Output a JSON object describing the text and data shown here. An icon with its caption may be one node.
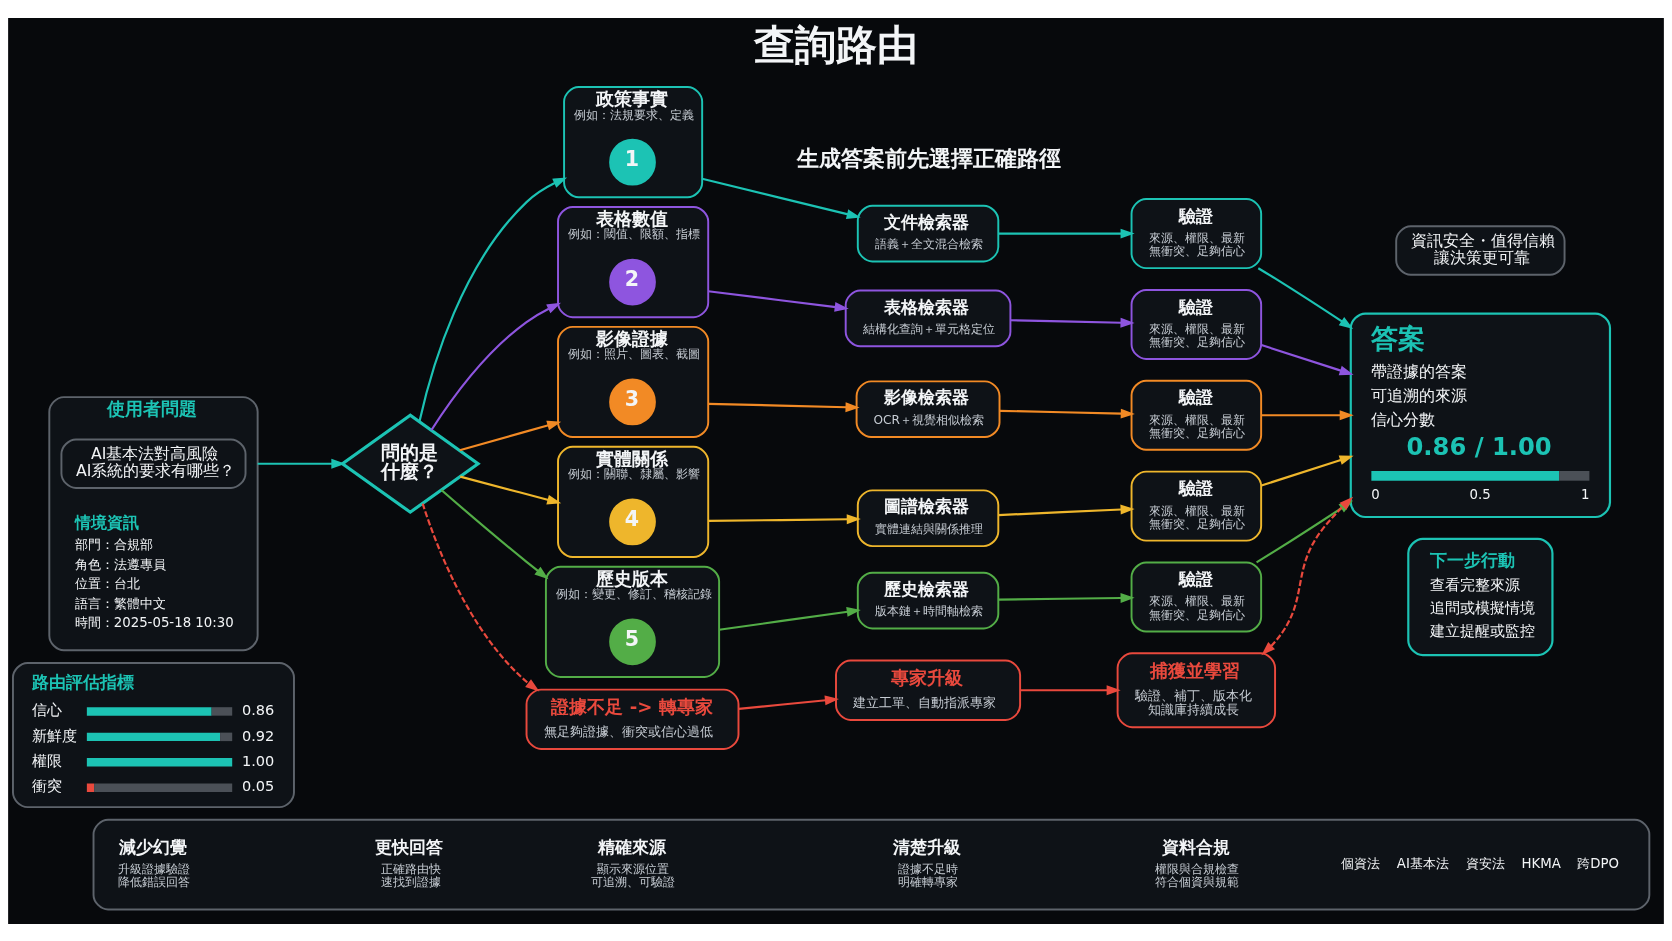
{
  "diagram": {
    "title": "查詢路由",
    "nodes": [
      {
        "text": [
          "資訊安全・值得信賴讓決策更可靠"
        ]
      },
      {
        "text": [
          "使用者問題",
          "情境資訊",
          "部門：合規部",
          "角色：法遵專員",
          "位置：台北",
          "語言：繁體中文",
          "時間：2025-05-18 10:30"
        ]
      },
      {
        "text": [
          "AI基本法對高風險AI系統的要求有哪些？"
        ],
        "in": 1
      },
      {
        "text": [
          "問的是什麼？"
        ]
      },
      {
        "text": [
          "政策事實",
          "例如：法規要求、定義"
        ]
      },
      {
        "text": [
          "1"
        ],
        "in": 4
      },
      {
        "text": [
          "文件檢索器",
          "語義＋全文混合檢索"
        ]
      },
      {
        "text": [
          "驗證",
          "來源、權限、最新無衝突、足夠信心"
        ]
      },
      {
        "text": [
          "表格數值",
          "例如：閾值、限額、指標"
        ]
      },
      {
        "text": [
          "2"
        ],
        "in": 8
      },
      {
        "text": [
          "表格檢索器",
          "結構化查詢＋單元格定位"
        ]
      },
      {
        "text": [
          "驗證",
          "來源、權限、最新無衝突、足夠信心"
        ]
      },
      {
        "text": [
          "影像證據",
          "例如：照片、圖表、截圖"
        ]
      },
      {
        "text": [
          "3"
        ],
        "in": 12
      },
      {
        "text": [
          "影像檢索器",
          "OCR＋視覺相似檢索"
        ]
      },
      {
        "text": [
          "驗證",
          "來源、權限、最新無衝突、足夠信心"
        ]
      },
      {
        "text": [
          "實體關係",
          "例如：關聯、隸屬、影響"
        ]
      },
      {
        "text": [
          "4"
        ],
        "in": 16
      },
      {
        "text": [
          "圖譜檢索器",
          "實體連結與關係推理"
        ]
      },
      {
        "text": [
          "驗證",
          "來源、權限、最新無衝突、足夠信心"
        ]
      },
      {
        "text": [
          "歷史版本",
          "例如：變更、修訂、稽核記錄"
        ]
      },
      {
        "text": [
          "5"
        ],
        "in": 20
      },
      {
        "text": [
          "歷史檢索器",
          "版本鏈＋時間軸檢索"
        ]
      },
      {
        "text": [
          "驗證",
          "來源、權限、最新無衝突、足夠信心"
        ]
      },
      {
        "text": [
          "答案",
          "帶證據的答案",
          "可追溯的來源",
          "信心分數",
          "0.86 / 1.00",
          "0",
          "0.5",
          "1"
        ]
      },
      {
        "text": [
          "下一步行動",
          "查看完整來源",
          "追問或模擬情境",
          "建立提醒或監控"
        ]
      },
      {
        "text": [
          "路由評估指標",
          "信心",
          "0.86",
          "新鮮度",
          "0.92",
          "權限",
          "1.00",
          "衝突",
          "0.05"
        ]
      },
      {
        "text": [
          "證據不足 -> 轉專家",
          "無足夠證據、衝突或信心過低"
        ]
      },
      {
        "text": [
          "專家升級",
          "建立工單、自動指派專家"
        ]
      },
      {
        "text": [
          "捕獲並學習",
          "驗證、補丁、版本化知識庫持續成長"
        ]
      },
      {
        "text": [
          "減少幻覺",
          "升級證據驗證降低錯誤回答",
          "更快回答",
          "正確路由快速找到證據",
          "精確來源",
          "顯示來源位置可追溯、可驗證",
          "清楚升級",
          "證據不足時明確轉專家",
          "資料合規",
          "權限與合規檢查符合個資與規範",
          "個資法",
          "AI基本法",
          "資安法",
          "HKMA",
          "跨DPO"
        ]
      }
    ],
    "edges": [
      {
        "from": 1,
        "to": 3,
        "arrow": "to"
      },
      {
        "from": 3,
        "to": 4,
        "arrow": "to"
      },
      {
        "from": 4,
        "to": 6,
        "arrow": "to"
      },
      {
        "from": 6,
        "to": 7,
        "arrow": "to"
      },
      {
        "from": 7,
        "to": 24,
        "arrow": "to"
      },
      {
        "from": 3,
        "to": 8,
        "arrow": "to",
        "color": "#8e55df"
      },
      {
        "from": 8,
        "to": 10,
        "arrow": "to",
        "color": "#8e55df"
      },
      {
        "from": 10,
        "to": 11,
        "arrow": "to",
        "color": "#8e55df"
      },
      {
        "from": 11,
        "to": 24,
        "arrow": "to",
        "color": "#8e55df"
      },
      {
        "from": 3,
        "to": 12,
        "arrow": "to",
        "color": "#f28a25"
      },
      {
        "from": 12,
        "to": 14,
        "arrow": "to",
        "color": "#f28a25"
      },
      {
        "from": 14,
        "to": 15,
        "arrow": "to",
        "color": "#f28a25"
      },
      {
        "from": 15,
        "to": 24,
        "arrow": "to",
        "color": "#f28a25"
      },
      {
        "from": 3,
        "to": 16,
        "arrow": "to",
        "color": "#eeb62c"
      },
      {
        "from": 16,
        "to": 18,
        "arrow": "to",
        "color": "#eeb62c"
      },
      {
        "from": 18,
        "to": 19,
        "arrow": "to",
        "color": "#eeb62c"
      },
      {
        "from": 19,
        "to": 24,
        "arrow": "to",
        "color": "#eeb62c"
      },
      {
        "from": 3,
        "to": 20,
        "arrow": "to",
        "color": "#53ad47"
      },
      {
        "from": 20,
        "to": 22,
        "arrow": "to",
        "color": "#53ad47"
      },
      {
        "from": 22,
        "to": 23,
        "arrow": "to",
        "color": "#53ad47"
      },
      {
        "from": 23,
        "to": 24,
        "arrow": "to",
        "color": "#53ad47"
      },
      {
        "from": 3,
        "to": 27,
        "arrow": "to",
        "style": "dashed",
        "color": "#e9493d"
      },
      {
        "from": 27,
        "to": 28,
        "arrow": "to",
        "color": "#e9493d"
      },
      {
        "from": 28,
        "to": 29,
        "arrow": "to",
        "color": "#e9493d"
      },
      {
        "from": 29,
        "to": 24,
        "arrow": "both",
        "style": "dashed",
        "color": "#e9493d"
      }
    ],
    "labels": [
      "生成答案前先選擇正確路徑"
    ]
  }
}
